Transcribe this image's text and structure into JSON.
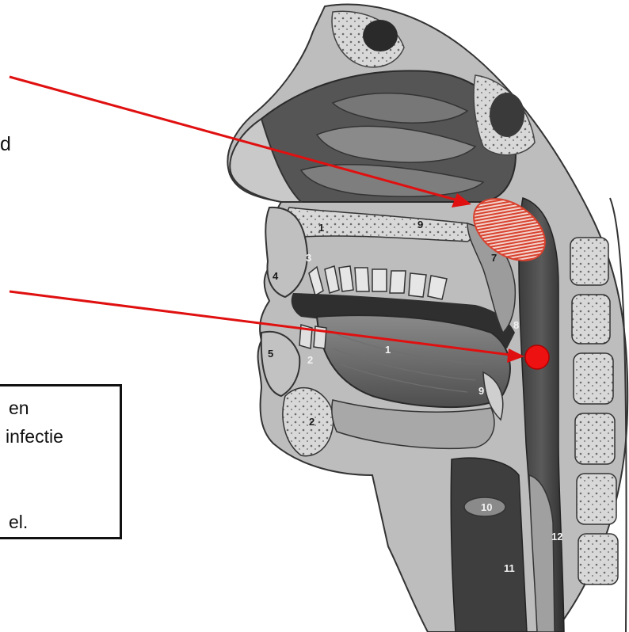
{
  "fragments": {
    "left_text_1": "d"
  },
  "info_box": {
    "line1": "en",
    "line2": "infectie",
    "line3": "",
    "line4": "el."
  },
  "structure_numbers": [
    {
      "key": "n1a",
      "text": "1"
    },
    {
      "key": "n1b",
      "text": "1"
    },
    {
      "key": "n9a",
      "text": "9"
    },
    {
      "key": "n3",
      "text": "3"
    },
    {
      "key": "n4",
      "text": "4"
    },
    {
      "key": "n7",
      "text": "7"
    },
    {
      "key": "n8",
      "text": "8"
    },
    {
      "key": "n5",
      "text": "5"
    },
    {
      "key": "n2a",
      "text": "2"
    },
    {
      "key": "n2b",
      "text": "2"
    },
    {
      "key": "n9b",
      "text": "9"
    },
    {
      "key": "n10",
      "text": "10"
    },
    {
      "key": "n11",
      "text": "11"
    },
    {
      "key": "n12",
      "text": "12"
    }
  ],
  "colors": {
    "arrow": "#e01010",
    "adenoid_fill": "#d8412e",
    "tonsil_dot": "#ee1111",
    "tissue_dark": "#4a4a4a",
    "tissue_light": "#b8b8b8",
    "bone": "#d6d6d6"
  }
}
